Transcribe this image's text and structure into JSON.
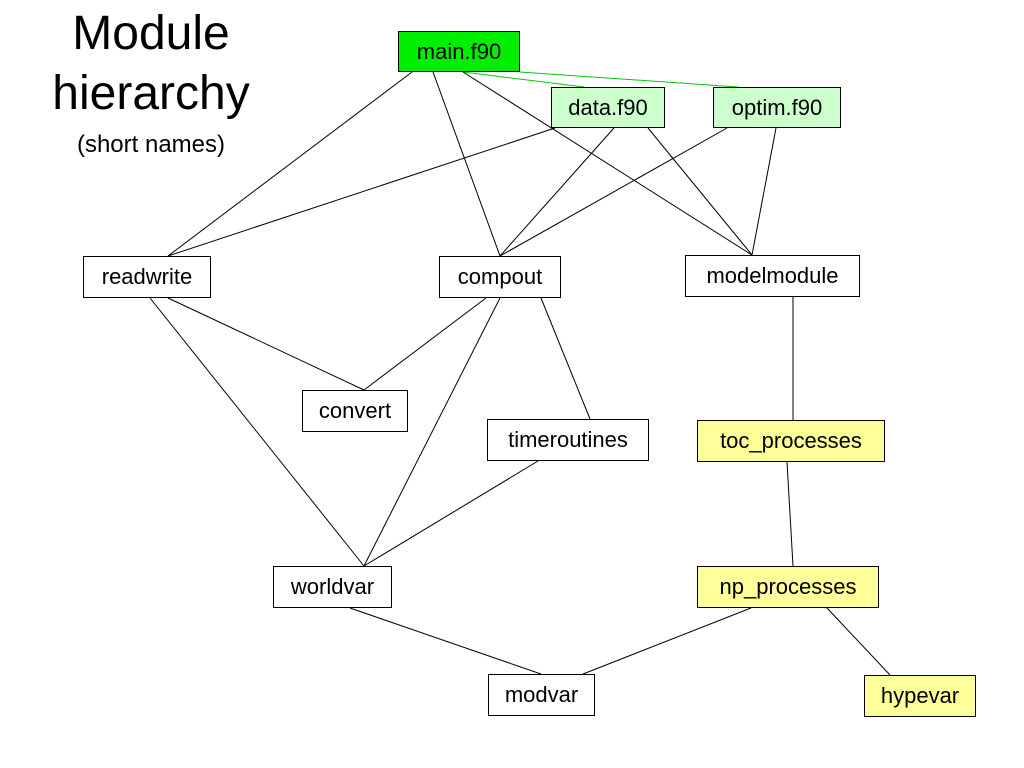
{
  "title": {
    "line1": "Module",
    "line2": "hierarchy",
    "subtitle": "(short names)"
  },
  "colors": {
    "main": "#00ee00",
    "light_green": "#ccffcc",
    "yellow": "#ffff99",
    "edge": "#000000",
    "main_edge": "#00cc00"
  },
  "nodes": {
    "main": "main.f90",
    "data": "data.f90",
    "optim": "optim.f90",
    "readwrite": "readwrite",
    "compout": "compout",
    "modelmodule": "modelmodule",
    "convert": "convert",
    "timeroutines": "timeroutines",
    "toc_processes": "toc_processes",
    "worldvar": "worldvar",
    "np_processes": "np_processes",
    "modvar": "modvar",
    "hypevar": "hypevar"
  },
  "edges": [
    {
      "from": "main.f90",
      "to": "data.f90",
      "color": "green"
    },
    {
      "from": "main.f90",
      "to": "optim.f90",
      "color": "green"
    },
    {
      "from": "main.f90",
      "to": "readwrite",
      "color": "black"
    },
    {
      "from": "main.f90",
      "to": "compout",
      "color": "black"
    },
    {
      "from": "main.f90",
      "to": "modelmodule",
      "color": "black"
    },
    {
      "from": "data.f90",
      "to": "readwrite",
      "color": "black"
    },
    {
      "from": "data.f90",
      "to": "compout",
      "color": "black"
    },
    {
      "from": "data.f90",
      "to": "modelmodule",
      "color": "black"
    },
    {
      "from": "optim.f90",
      "to": "compout",
      "color": "black"
    },
    {
      "from": "optim.f90",
      "to": "modelmodule",
      "color": "black"
    },
    {
      "from": "readwrite",
      "to": "convert",
      "color": "black"
    },
    {
      "from": "readwrite",
      "to": "worldvar",
      "color": "black"
    },
    {
      "from": "compout",
      "to": "convert",
      "color": "black"
    },
    {
      "from": "compout",
      "to": "timeroutines",
      "color": "black"
    },
    {
      "from": "compout",
      "to": "worldvar",
      "color": "black"
    },
    {
      "from": "timeroutines",
      "to": "worldvar",
      "color": "black"
    },
    {
      "from": "modelmodule",
      "to": "toc_processes",
      "color": "black"
    },
    {
      "from": "toc_processes",
      "to": "np_processes",
      "color": "black"
    },
    {
      "from": "worldvar",
      "to": "modvar",
      "color": "black"
    },
    {
      "from": "np_processes",
      "to": "modvar",
      "color": "black"
    },
    {
      "from": "np_processes",
      "to": "hypevar",
      "color": "black"
    }
  ]
}
